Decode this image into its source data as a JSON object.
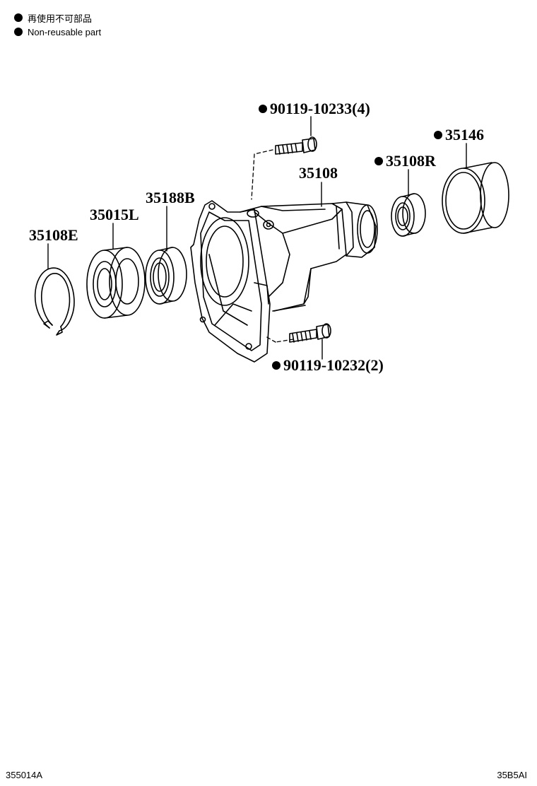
{
  "legend": {
    "items": [
      {
        "text": "再使用不可部品"
      },
      {
        "text": "Non-reusable part"
      }
    ]
  },
  "parts": {
    "bolt_upper": "90119-10233(4)",
    "bolt_lower": "90119-10232(2)",
    "snap_ring": "35108E",
    "bearing": "35015L",
    "oil_seal": "35188B",
    "extension_housing": "35108",
    "rear_seal": "35108R",
    "dust_cover": "35146"
  },
  "footer": {
    "left_code": "355014A",
    "right_code": "35B5AI"
  }
}
